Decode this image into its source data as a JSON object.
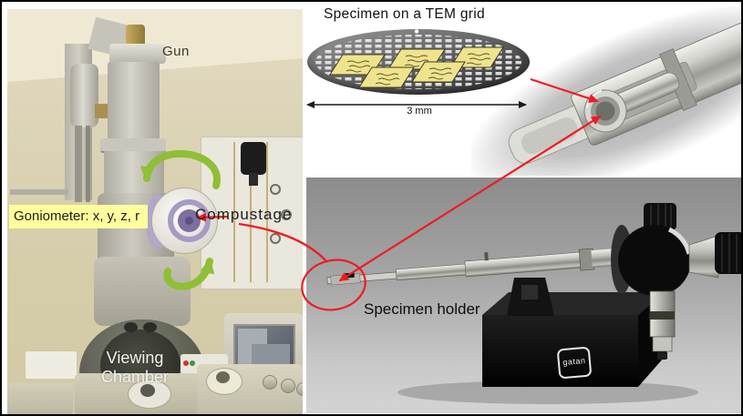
{
  "figure": {
    "tem_panel": {
      "gun": "Gun",
      "goniometer": "Goniometer: x, y, z, r",
      "compustage": "Compustage",
      "viewing_chamber": "Viewing Chamber"
    },
    "grid_panel": {
      "title": "Specimen on a TEM grid",
      "scale": "3 mm",
      "specimen_count": 5
    },
    "holder_panel": {
      "label": "Specimen holder",
      "logo_text": "gatan"
    },
    "colors": {
      "annotation_red": "#ed1c24",
      "rotation_arrow_green": "#8fbf36",
      "label_highlight_yellow": "#ffff9e",
      "specimen_yellow": "#efe48c"
    }
  }
}
